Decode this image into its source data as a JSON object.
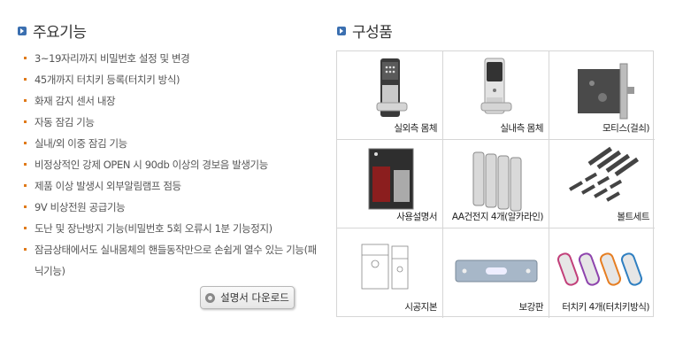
{
  "features": {
    "title": "주요기능",
    "items": [
      "3~19자리까지 비밀번호 설정 및 변경",
      "45개까지 터치키 등록(터치키 방식)",
      "화재 감지 센서 내장",
      "자동 잠김 기능",
      "실내/외 이중 잠김 기능",
      "비정상적인 강제 OPEN 시 90db 이상의 경보음 발생기능",
      "제품 이상 발생시 외부알림램프 점등",
      "9V 비상전원 공급기능",
      "도난 및 장난방지 기능(비밀번호 5회 오류시 1분 기능정지)",
      "잠금상태에서도 실내몸체의 핸들동작만으로 손쉽게 열수 있는 기능(패닉기능)"
    ],
    "download_label": "설명서 다운로드"
  },
  "parts": {
    "title": "구성품",
    "items": [
      {
        "label": "실외측 몸체",
        "icon": "outdoor-body-icon"
      },
      {
        "label": "실내측 몸체",
        "icon": "indoor-body-icon"
      },
      {
        "label": "모티스(걸쇠)",
        "icon": "mortise-icon"
      },
      {
        "label": "사용설명서",
        "icon": "manual-icon"
      },
      {
        "label": "AA건전지 4개(알카라인)",
        "icon": "battery-icon"
      },
      {
        "label": "볼트세트",
        "icon": "bolt-set-icon"
      },
      {
        "label": "시공지본",
        "icon": "template-icon"
      },
      {
        "label": "보강판",
        "icon": "reinforcement-plate-icon"
      },
      {
        "label": "터치키 4개(터치키방식)",
        "icon": "touch-key-icon"
      }
    ]
  },
  "colors": {
    "accent": "#3b6fb0",
    "bullet": "#e07a1a"
  }
}
